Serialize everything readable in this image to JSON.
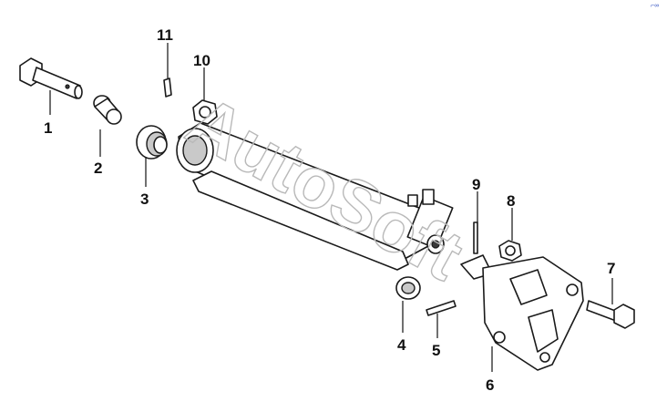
{
  "diagram": {
    "watermark": "AutoSoft",
    "corner_mark": "⌐∞",
    "callouts": [
      {
        "id": "1",
        "label": "1"
      },
      {
        "id": "2",
        "label": "2"
      },
      {
        "id": "3",
        "label": "3"
      },
      {
        "id": "4",
        "label": "4"
      },
      {
        "id": "5",
        "label": "5"
      },
      {
        "id": "6",
        "label": "6"
      },
      {
        "id": "7",
        "label": "7"
      },
      {
        "id": "8",
        "label": "8"
      },
      {
        "id": "9",
        "label": "9"
      },
      {
        "id": "10",
        "label": "10"
      },
      {
        "id": "11",
        "label": "11"
      }
    ]
  }
}
